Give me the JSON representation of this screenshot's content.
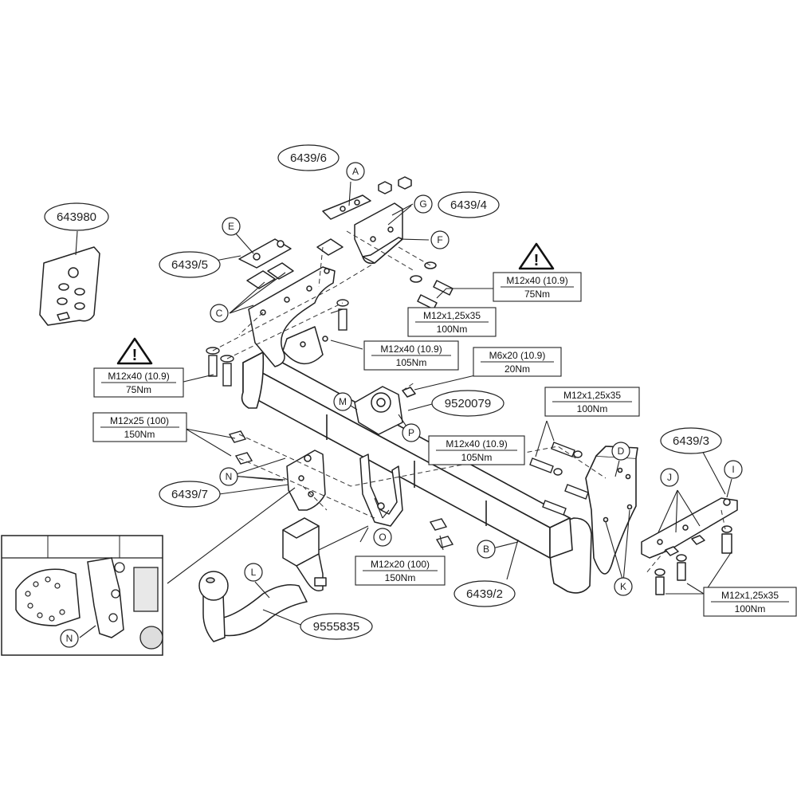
{
  "part_numbers": {
    "p6439_6": "6439/6",
    "p643980": "643980",
    "p6439_4": "6439/4",
    "p6439_5": "6439/5",
    "p9520079": "9520079",
    "p6439_3": "6439/3",
    "p6439_7": "6439/7",
    "p6439_2": "6439/2",
    "p9555835": "9555835"
  },
  "letters": {
    "A": "A",
    "B": "B",
    "C": "C",
    "D": "D",
    "E": "E",
    "F": "F",
    "G": "G",
    "I": "I",
    "J": "J",
    "K": "K",
    "L": "L",
    "M": "M",
    "N": "N",
    "O": "O",
    "P": "P"
  },
  "specs": {
    "s1": {
      "bolt": "M12x40 (10.9)",
      "torque": "75Nm"
    },
    "s2": {
      "bolt": "M12x1,25x35",
      "torque": "100Nm"
    },
    "s3": {
      "bolt": "M12x40 (10.9)",
      "torque": "105Nm"
    },
    "s4": {
      "bolt": "M6x20 (10.9)",
      "torque": "20Nm"
    },
    "s5": {
      "bolt": "M12x40 (10.9)",
      "torque": "75Nm"
    },
    "s6": {
      "bolt": "M12x1,25x35",
      "torque": "100Nm"
    },
    "s7": {
      "bolt": "M12x25 (100)",
      "torque": "150Nm"
    },
    "s8": {
      "bolt": "M12x40 (10.9)",
      "torque": "105Nm"
    },
    "s9": {
      "bolt": "M12x20 (100)",
      "torque": "150Nm"
    },
    "s10": {
      "bolt": "M12x1,25x35",
      "torque": "100Nm"
    }
  },
  "warning_symbol": "!"
}
